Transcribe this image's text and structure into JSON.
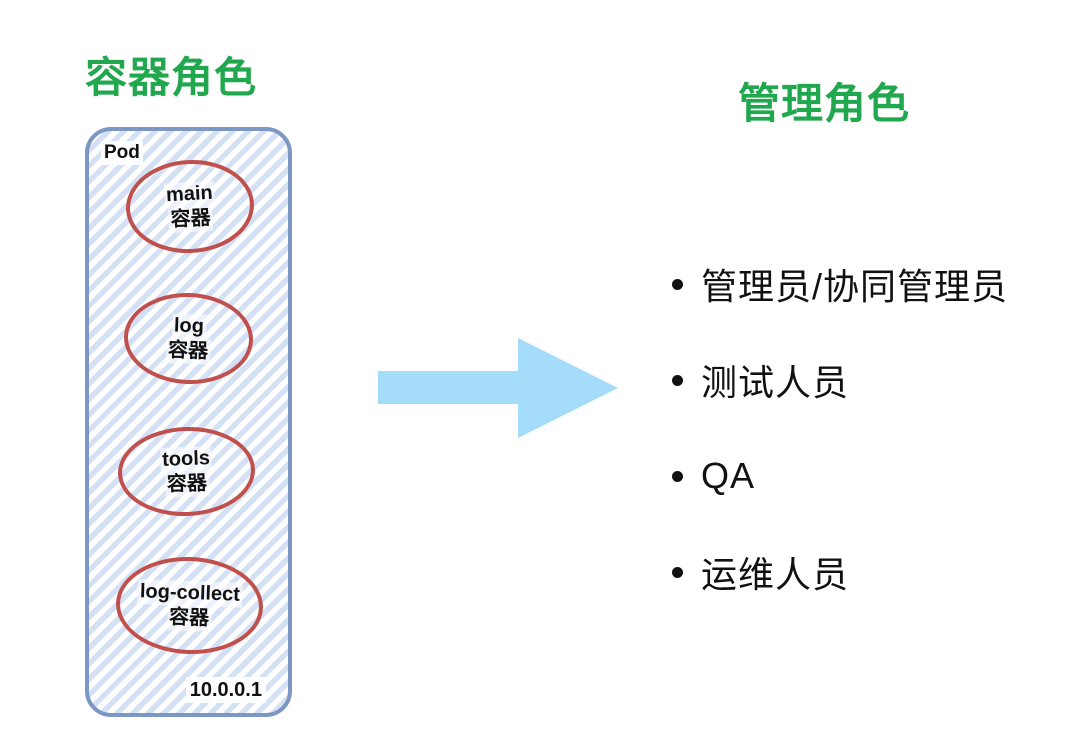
{
  "left_panel": {
    "title": "容器角色",
    "pod": {
      "label": "Pod",
      "ip": "10.0.0.1",
      "containers": [
        {
          "name": "main",
          "type": "容器"
        },
        {
          "name": "log",
          "type": "容器"
        },
        {
          "name": "tools",
          "type": "容器"
        },
        {
          "name": "log-collect",
          "type": "容器"
        }
      ]
    }
  },
  "arrow": {
    "direction": "right"
  },
  "right_panel": {
    "title": "管理角色",
    "roles": [
      "管理员/协同管理员",
      "测试人员",
      "QA",
      "运维人员"
    ]
  },
  "colors": {
    "title_green": "#21a84e",
    "pod_border_blue": "#7d97c5",
    "hatch_blue": "#d4e0f4",
    "ellipse_red": "#c0504d",
    "arrow_blue": "#a4dcfa",
    "text_black": "#111111"
  }
}
